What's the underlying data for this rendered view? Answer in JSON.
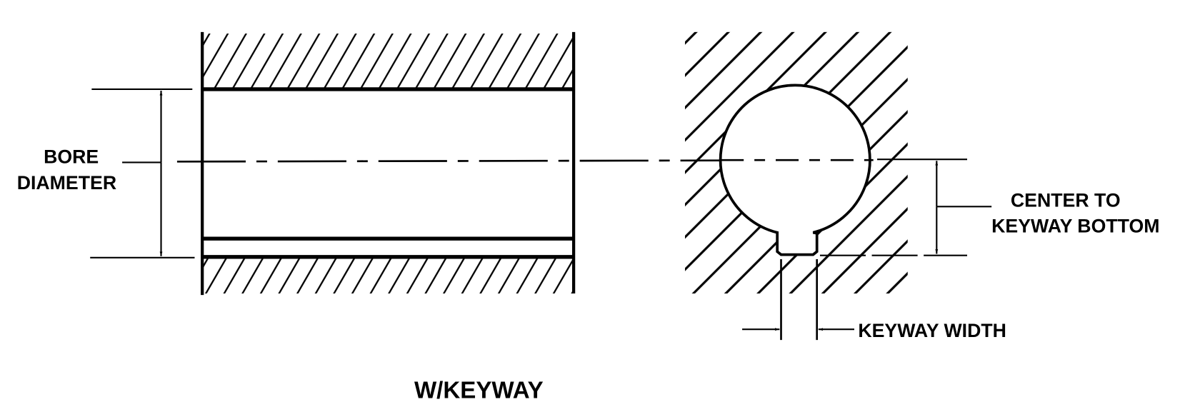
{
  "labels": {
    "bore_line1": "BORE",
    "bore_line2": "DIAMETER",
    "center_line1": "CENTER TO",
    "center_line2": "KEYWAY BOTTOM",
    "keyway_width": "KEYWAY WIDTH",
    "caption": "W/KEYWAY"
  },
  "colors": {
    "ink": "#000000",
    "background": "#ffffff"
  }
}
